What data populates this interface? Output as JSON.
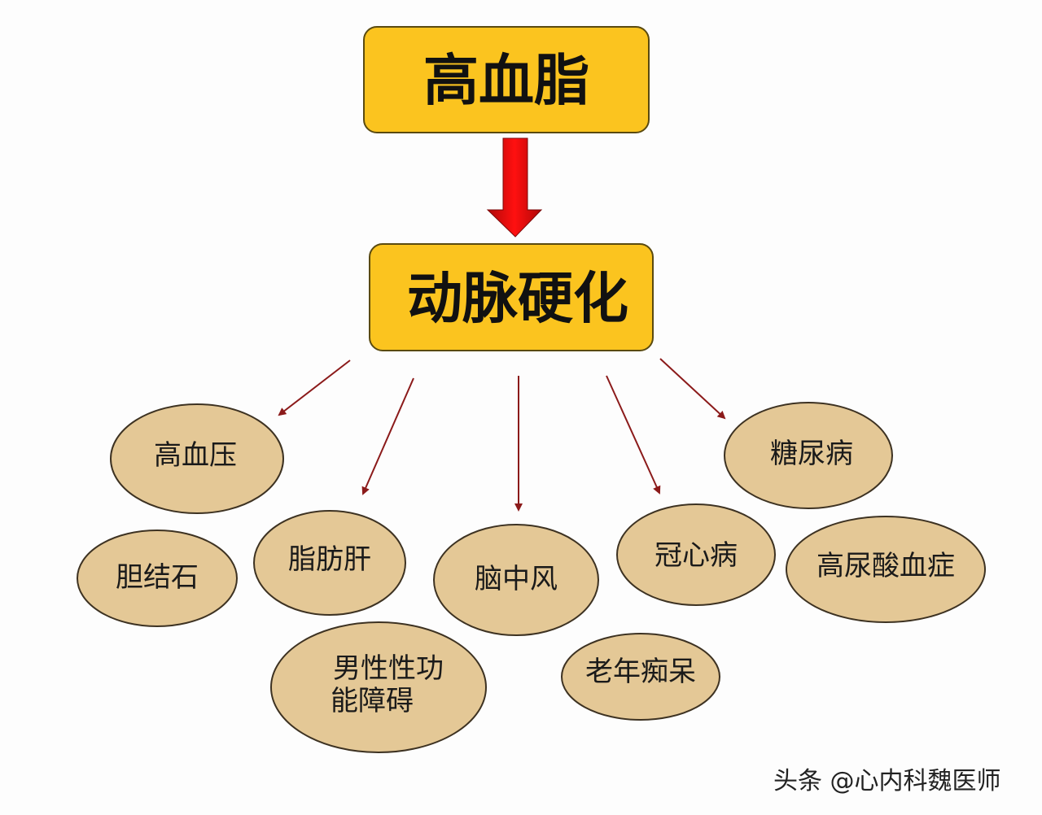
{
  "top": {
    "label": "高血脂"
  },
  "middle": {
    "label": "动脉硬化"
  },
  "colors": {
    "box": "#fbc41f",
    "ellipse": "#e4c896",
    "main_arrow": "#e0100f",
    "thin_arrow": "#8b1a1a"
  },
  "diseases": {
    "hypertension": "高血压",
    "gallstones": "胆结石",
    "fatty_liver": "脂肪肝",
    "ed_line1": "男性性功",
    "ed_line2": "能障碍",
    "stroke": "脑中风",
    "chd": "冠心病",
    "dementia": "老年痴呆",
    "diabetes": "糖尿病",
    "hyperuricemia": "高尿酸血症"
  },
  "watermark": "头条 @心内科魏医师"
}
